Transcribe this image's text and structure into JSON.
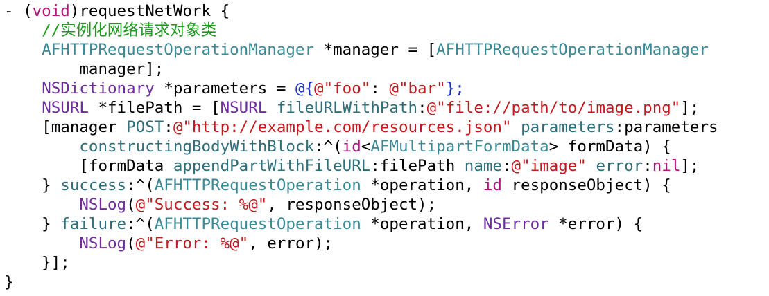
{
  "theme": {
    "plain": "#000000",
    "keyword": "#B5127B",
    "comment": "#1F9A1F",
    "string": "#C4191F",
    "type": "#3A8A96",
    "method": "#2E6F79",
    "function": "#6E2CA0",
    "punct": "#1A2DD6"
  },
  "code": {
    "lines": [
      [
        {
          "t": "- (",
          "k": "plain"
        },
        {
          "t": "void",
          "k": "keyword"
        },
        {
          "t": ")requestNetWork {",
          "k": "plain"
        }
      ],
      [
        {
          "t": "    ",
          "k": "plain"
        },
        {
          "t": "//实例化网络请求对象类",
          "k": "comment"
        }
      ],
      [
        {
          "t": "    ",
          "k": "plain"
        },
        {
          "t": "AFHTTPRequestOperationManager",
          "k": "type"
        },
        {
          "t": " *manager = [",
          "k": "plain"
        },
        {
          "t": "AFHTTPRequestOperationManager",
          "k": "type"
        }
      ],
      [
        {
          "t": "        manager];",
          "k": "plain"
        }
      ],
      [
        {
          "t": "    ",
          "k": "plain"
        },
        {
          "t": "NSDictionary",
          "k": "function"
        },
        {
          "t": " *parameters = ",
          "k": "plain"
        },
        {
          "t": "@{",
          "k": "punct"
        },
        {
          "t": "@\"foo\"",
          "k": "string"
        },
        {
          "t": ": ",
          "k": "plain"
        },
        {
          "t": "@\"bar\"",
          "k": "string"
        },
        {
          "t": "};",
          "k": "punct"
        }
      ],
      [
        {
          "t": "    ",
          "k": "plain"
        },
        {
          "t": "NSURL",
          "k": "function"
        },
        {
          "t": " *filePath = [",
          "k": "plain"
        },
        {
          "t": "NSURL",
          "k": "function"
        },
        {
          "t": " ",
          "k": "plain"
        },
        {
          "t": "fileURLWithPath",
          "k": "method"
        },
        {
          "t": ":",
          "k": "plain"
        },
        {
          "t": "@\"file://path/to/image.png\"",
          "k": "string"
        },
        {
          "t": "];",
          "k": "plain"
        }
      ],
      [
        {
          "t": "    [manager ",
          "k": "plain"
        },
        {
          "t": "POST",
          "k": "method"
        },
        {
          "t": ":",
          "k": "plain"
        },
        {
          "t": "@\"http://example.com/resources.json\"",
          "k": "string"
        },
        {
          "t": " ",
          "k": "plain"
        },
        {
          "t": "parameters",
          "k": "method"
        },
        {
          "t": ":parameters",
          "k": "plain"
        }
      ],
      [
        {
          "t": "        ",
          "k": "plain"
        },
        {
          "t": "constructingBodyWithBlock",
          "k": "method"
        },
        {
          "t": ":^(",
          "k": "plain"
        },
        {
          "t": "id",
          "k": "keyword"
        },
        {
          "t": "<",
          "k": "plain"
        },
        {
          "t": "AFMultipartFormData",
          "k": "type"
        },
        {
          "t": "> formData) {",
          "k": "plain"
        }
      ],
      [
        {
          "t": "        [formData ",
          "k": "plain"
        },
        {
          "t": "appendPartWithFileURL",
          "k": "method"
        },
        {
          "t": ":filePath ",
          "k": "plain"
        },
        {
          "t": "name",
          "k": "method"
        },
        {
          "t": ":",
          "k": "plain"
        },
        {
          "t": "@\"image\"",
          "k": "string"
        },
        {
          "t": " ",
          "k": "plain"
        },
        {
          "t": "error",
          "k": "method"
        },
        {
          "t": ":",
          "k": "plain"
        },
        {
          "t": "nil",
          "k": "keyword"
        },
        {
          "t": "];",
          "k": "plain"
        }
      ],
      [
        {
          "t": "    } ",
          "k": "plain"
        },
        {
          "t": "success",
          "k": "method"
        },
        {
          "t": ":^(",
          "k": "plain"
        },
        {
          "t": "AFHTTPRequestOperation",
          "k": "type"
        },
        {
          "t": " *operation, ",
          "k": "plain"
        },
        {
          "t": "id",
          "k": "keyword"
        },
        {
          "t": " responseObject) {",
          "k": "plain"
        }
      ],
      [
        {
          "t": "        ",
          "k": "plain"
        },
        {
          "t": "NSLog",
          "k": "function"
        },
        {
          "t": "(",
          "k": "plain"
        },
        {
          "t": "@\"Success: %@\"",
          "k": "string"
        },
        {
          "t": ", responseObject);",
          "k": "plain"
        }
      ],
      [
        {
          "t": "    } ",
          "k": "plain"
        },
        {
          "t": "failure",
          "k": "method"
        },
        {
          "t": ":^(",
          "k": "plain"
        },
        {
          "t": "AFHTTPRequestOperation",
          "k": "type"
        },
        {
          "t": " *operation, ",
          "k": "plain"
        },
        {
          "t": "NSError",
          "k": "function"
        },
        {
          "t": " *error) {",
          "k": "plain"
        }
      ],
      [
        {
          "t": "        ",
          "k": "plain"
        },
        {
          "t": "NSLog",
          "k": "function"
        },
        {
          "t": "(",
          "k": "plain"
        },
        {
          "t": "@\"Error: %@\"",
          "k": "string"
        },
        {
          "t": ", error);",
          "k": "plain"
        }
      ],
      [
        {
          "t": "    }];",
          "k": "plain"
        }
      ],
      [
        {
          "t": "}",
          "k": "plain"
        }
      ]
    ]
  }
}
